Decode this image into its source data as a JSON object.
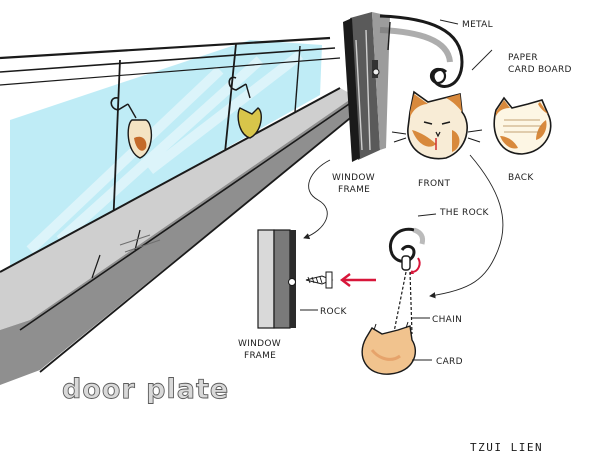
{
  "labels": {
    "metal": "METAL",
    "paper_card_board_line1": "PAPER",
    "paper_card_board_line2": "CARD BOARD",
    "window_frame_top_line1": "WINDOW",
    "window_frame_top_line2": "FRAME",
    "front": "FRONT",
    "back": "BACK",
    "the_rock": "THE ROCK",
    "rock": "ROCK",
    "chain": "CHAIN",
    "card": "CARD",
    "window_frame_bottom_line1": "WINDOW",
    "window_frame_bottom_line2": "FRAME"
  },
  "title": "door plate",
  "signature": "TZUI LIEN",
  "colors": {
    "glass": "#a9e6f3",
    "frame_dark": "#2b2b2b",
    "shadow_gray": "#9a9a9a",
    "cat_orange": "#d8893c",
    "cat_pale": "#f6e7c9",
    "arrow_red": "#d8163a"
  }
}
